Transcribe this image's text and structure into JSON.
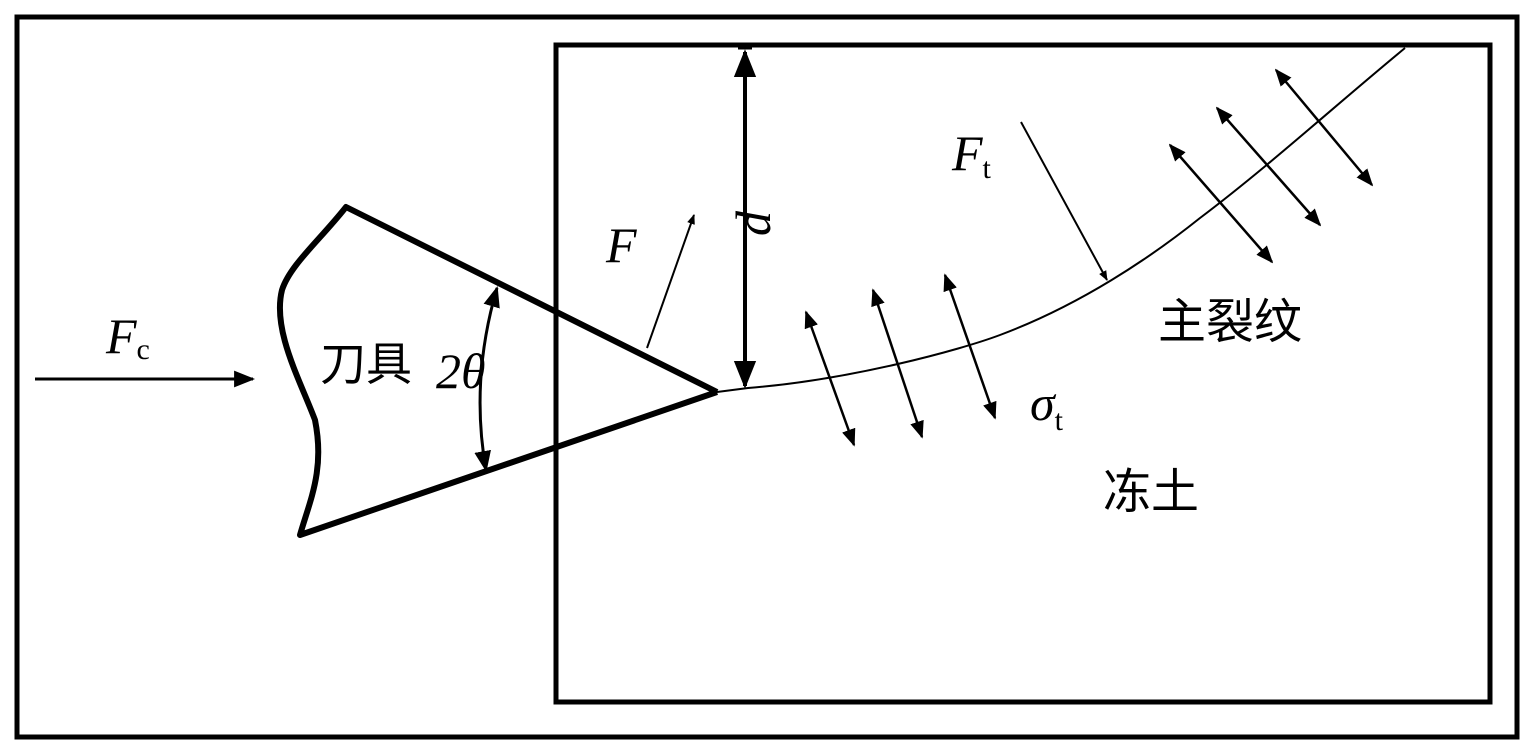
{
  "labels": {
    "cutting_force": {
      "main": "F",
      "sub": "c"
    },
    "tool": "刀具",
    "wedge_angle": "2θ",
    "force_f": "F",
    "depth": "d",
    "tangential_force": {
      "main": "F",
      "sub": "t"
    },
    "main_crack": "主裂纹",
    "tensile_stress": {
      "main": "σ",
      "sub": "t"
    },
    "frozen_soil": "冻土"
  }
}
